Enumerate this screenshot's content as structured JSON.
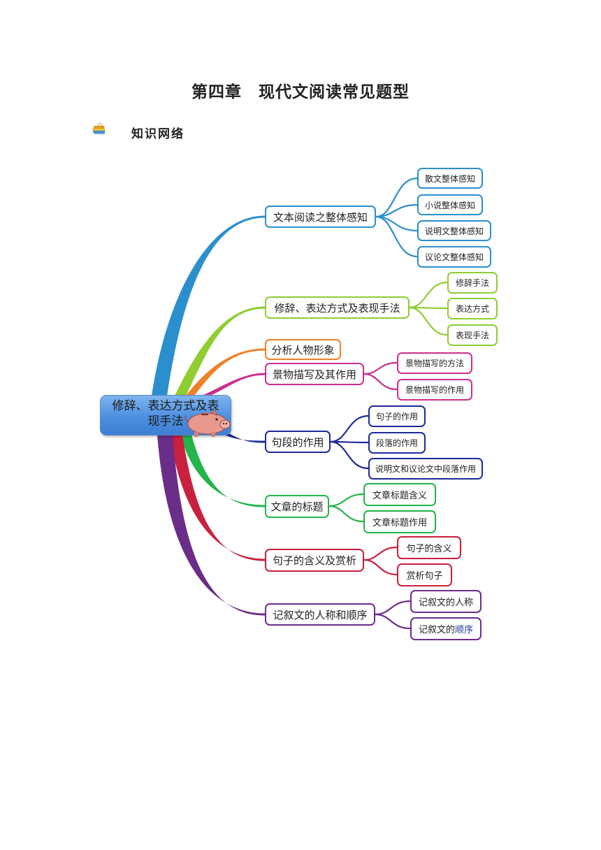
{
  "title": {
    "part1": "第四章",
    "part2": "现代文阅读常见题型"
  },
  "section_label": "知识网络",
  "root": {
    "line1": "修辞、表达方式及表",
    "line2": "现手法"
  },
  "colors": {
    "b1": "#2b8fce",
    "b2": "#8fcd32",
    "b3": "#f08028",
    "b4": "#cc2e8e",
    "b5": "#1e2a9c",
    "b6": "#24b44a",
    "b7": "#c9203e",
    "b8": "#6b2d8a"
  },
  "branches": [
    {
      "label": "文本阅读之整体感知",
      "children": [
        "散文整体感知",
        "小说整体感知",
        "说明文整体感知",
        "议论文整体感知"
      ]
    },
    {
      "label": "修辞、表达方式及表现手法",
      "children": [
        "修辞手法",
        "表达方式",
        "表现手法"
      ]
    },
    {
      "label": "分析人物形象",
      "children": []
    },
    {
      "label": "景物描写及其作用",
      "children": [
        "景物描写的方法",
        "景物描写的作用"
      ]
    },
    {
      "label": "句段的作用",
      "children": [
        "句子的作用",
        "段落的作用",
        "说明文和议论文中段落作用"
      ]
    },
    {
      "label": "文章的标题",
      "children": [
        "文章标题含义",
        "文章标题作用"
      ]
    },
    {
      "label": "句子的含义及赏析",
      "children": [
        "句子的含义",
        "赏析句子"
      ]
    },
    {
      "label": "记叙文的人称和顺序",
      "children": [
        "记叙文的人称",
        "记叙文的",
        "顺序"
      ]
    }
  ]
}
